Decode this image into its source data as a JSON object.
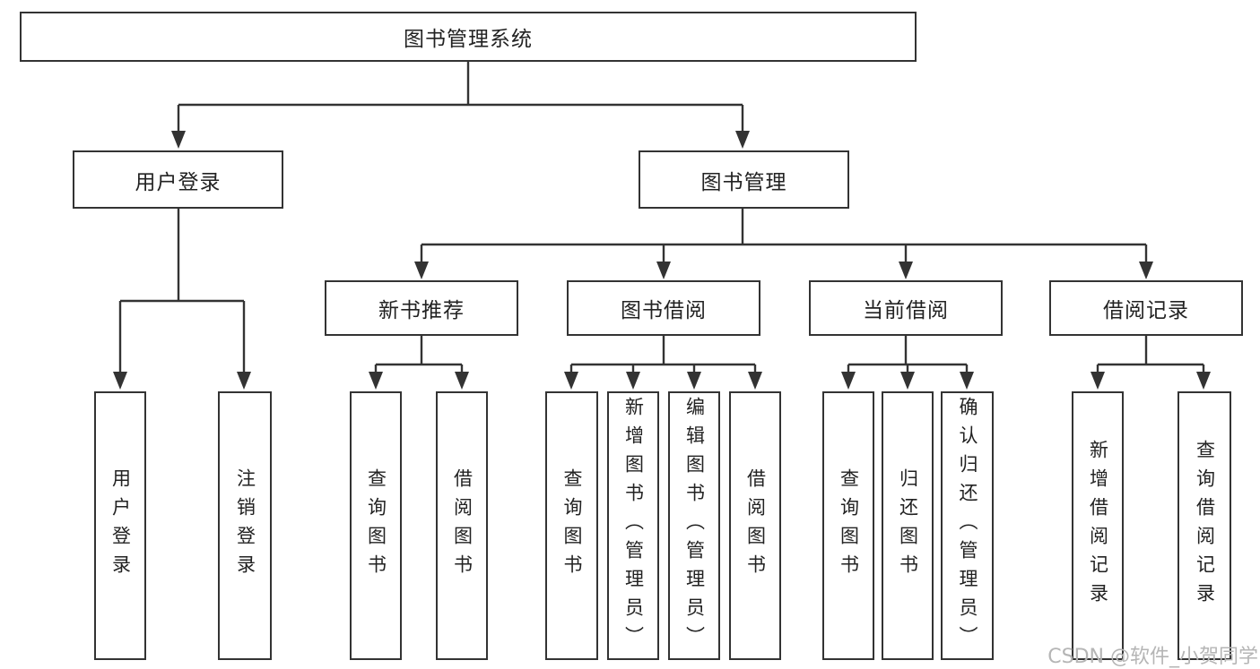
{
  "diagram": {
    "root": {
      "label": "图书管理系统",
      "children": [
        {
          "label": "用户登录",
          "children": [
            {
              "label": "用户登录"
            },
            {
              "label": "注销登录"
            }
          ]
        },
        {
          "label": "图书管理",
          "children": [
            {
              "label": "新书推荐",
              "children": [
                {
                  "label": "查询图书"
                },
                {
                  "label": "借阅图书"
                }
              ]
            },
            {
              "label": "图书借阅",
              "children": [
                {
                  "label": "查询图书"
                },
                {
                  "label": "新增图书（管理员）"
                },
                {
                  "label": "编辑图书（管理员）"
                },
                {
                  "label": "借阅图书"
                }
              ]
            },
            {
              "label": "当前借阅",
              "children": [
                {
                  "label": "查询图书"
                },
                {
                  "label": "归还图书"
                },
                {
                  "label": "确认归还（管理员）"
                }
              ]
            },
            {
              "label": "借阅记录",
              "children": [
                {
                  "label": "新增借阅记录"
                },
                {
                  "label": "查询借阅记录"
                }
              ]
            }
          ]
        }
      ]
    }
  },
  "watermark": {
    "text": "CSDN @软件_小贺同学"
  },
  "colors": {
    "line": "#333333",
    "text": "#222222",
    "box_background": "#ffffff",
    "page_background": "#ffffff",
    "watermark": "#b5b5b5"
  }
}
